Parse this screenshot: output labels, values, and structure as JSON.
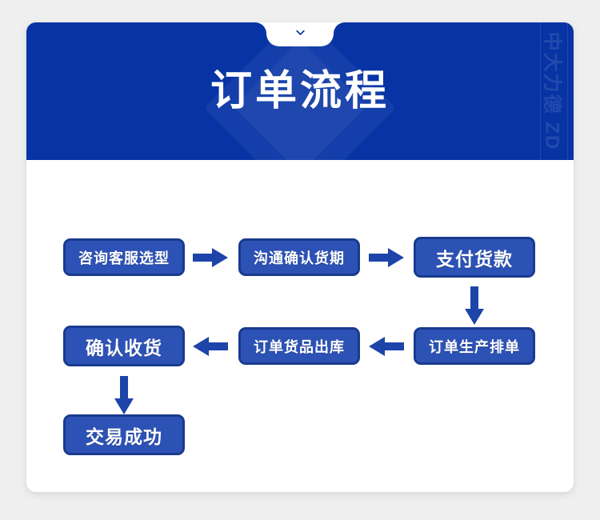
{
  "page": {
    "background_color": "#efefef",
    "card_background": "#ffffff"
  },
  "banner": {
    "title": "订单流程",
    "background_color": "#0733a4",
    "title_color": "#ffffff",
    "notch_icon": "chevron-down-icon",
    "watermark": "中大力德 ZD"
  },
  "flow": {
    "node_fill": "#2d52b5",
    "node_border": "#1a3a8f",
    "arrow_color": "#1d44a8",
    "nodes": [
      {
        "id": "n1",
        "label": "咨询客服选型",
        "size": "sm"
      },
      {
        "id": "n2",
        "label": "沟通确认货期",
        "size": "sm"
      },
      {
        "id": "n3",
        "label": "支付货款",
        "size": "lg"
      },
      {
        "id": "n4",
        "label": "订单生产排单",
        "size": "sm"
      },
      {
        "id": "n5",
        "label": "订单货品出库",
        "size": "sm"
      },
      {
        "id": "n6",
        "label": "确认收货",
        "size": "lg"
      },
      {
        "id": "n7",
        "label": "交易成功",
        "size": "lg"
      }
    ],
    "connectors": [
      {
        "from": "n1",
        "to": "n2",
        "direction": "right"
      },
      {
        "from": "n2",
        "to": "n3",
        "direction": "right"
      },
      {
        "from": "n3",
        "to": "n4",
        "direction": "down"
      },
      {
        "from": "n4",
        "to": "n5",
        "direction": "left"
      },
      {
        "from": "n5",
        "to": "n6",
        "direction": "left"
      },
      {
        "from": "n6",
        "to": "n7",
        "direction": "down"
      }
    ]
  }
}
